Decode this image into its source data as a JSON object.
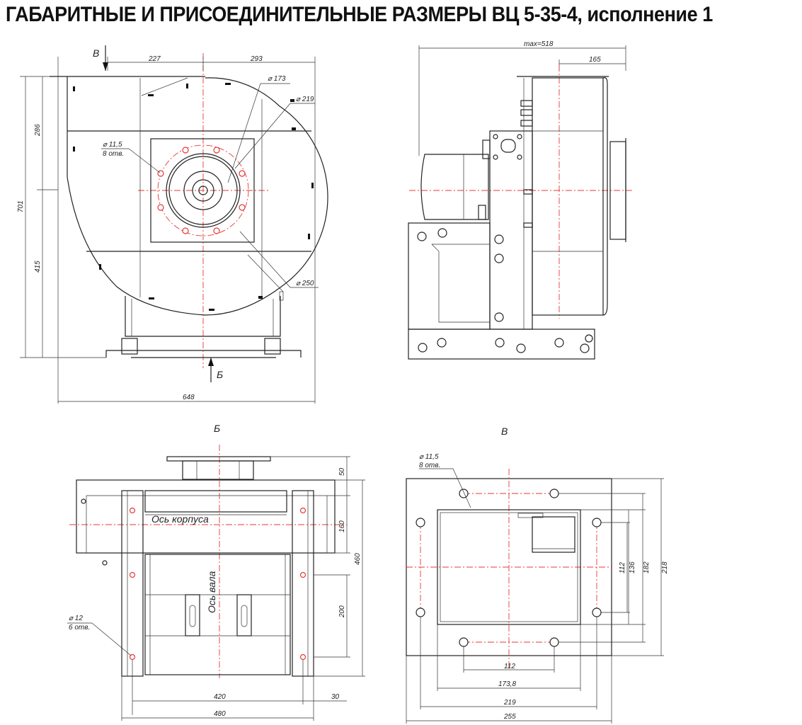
{
  "title": "ГАБАРИТНЫЕ И ПРИСОЕДИНИТЕЛЬНЫЕ РАЗМЕРЫ ВЦ 5-35-4, исполнение 1",
  "front_view": {
    "view_arrow_top": "В",
    "view_arrow_bottom": "Б",
    "dims": {
      "left_227": "227",
      "right_293": "293",
      "total_701": "701",
      "upper_286": "286",
      "lower_415": "415",
      "width_648": "648",
      "d173": "⌀ 173",
      "d219": "⌀ 219",
      "d250": "⌀ 250",
      "holes_d": "⌀ 11,5",
      "holes_n": "8 отв."
    }
  },
  "side_view": {
    "dims": {
      "max518": "max=518",
      "d165": "165"
    }
  },
  "view_b": {
    "label": "Б",
    "axis_body": "Ось корпуса",
    "axis_shaft": "Ось вала",
    "dims": {
      "d50": "50",
      "d160": "160",
      "d460": "460",
      "d200": "200",
      "d420": "420",
      "d30": "30",
      "d480": "480",
      "holes_d": "⌀ 12",
      "holes_n": "6 отв."
    }
  },
  "view_v": {
    "label": "В",
    "dims": {
      "holes_d": "⌀ 11,5",
      "holes_n": "8 отв.",
      "d112v": "112",
      "d136": "136",
      "d182": "182",
      "d218": "218",
      "d112h": "112",
      "d173_8": "173,8",
      "d219": "219",
      "d255": "255"
    }
  }
}
